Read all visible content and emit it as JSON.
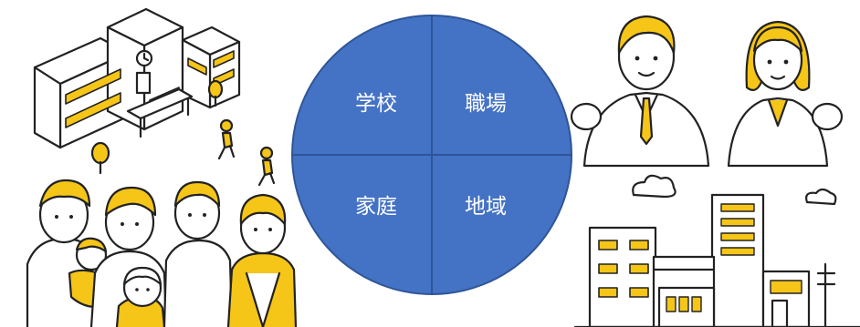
{
  "diagram": {
    "circle_color": "#4472C4",
    "accent_color": "#F5C518",
    "quadrants": [
      {
        "key": "school",
        "label": "学校"
      },
      {
        "key": "workplace",
        "label": "職場"
      },
      {
        "key": "home",
        "label": "家庭"
      },
      {
        "key": "community",
        "label": "地域"
      }
    ]
  },
  "illustrations": [
    {
      "name": "school-building-illustration",
      "icon": "school-building"
    },
    {
      "name": "business-people-illustration",
      "icon": "business-man-woman"
    },
    {
      "name": "family-illustration",
      "icon": "family-group"
    },
    {
      "name": "town-buildings-illustration",
      "icon": "town-buildings"
    }
  ]
}
